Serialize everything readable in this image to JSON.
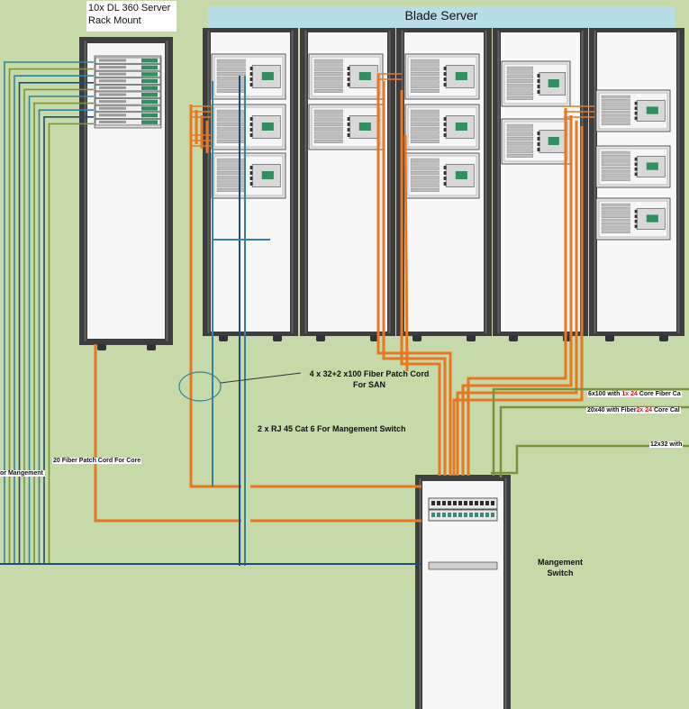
{
  "titles": {
    "rack_mount_line1": "10x DL 360 Server",
    "rack_mount_line2": "Rack Mount",
    "blade_server": "Blade Server"
  },
  "labels": {
    "san_line1": "4 x  32+2 x100 Fiber Patch Cord",
    "san_line2": "For SAN",
    "mgmt_cat6": "2 x RJ 45 Cat 6 For Mangement Switch",
    "fiber_core_20": "20  Fiber Patch Cord For Core",
    "left_mgmt": "or Mangement",
    "mgmt_switch_line1": "Mangement",
    "mgmt_switch_line2": "Switch"
  },
  "right_labels": [
    {
      "pre": "6x100 with ",
      "hl": "1x 24",
      "post": " Core  Fiber Ca"
    },
    {
      "pre": "20x40 with Fiber",
      "hl": "2x 24",
      "post": " Core Cal"
    },
    {
      "pre": "12x32 with",
      "hl": "",
      "post": ""
    }
  ],
  "colors": {
    "background": "#c6d9a8",
    "blade_header": "#b7dde8",
    "rack_frame": "#444444",
    "rack_body": "#f7f7f7",
    "fiber_orange": "#e87722",
    "cable_green": "#77933c",
    "cable_teal": "#31849b",
    "cable_navy": "#1f4e79",
    "highlight_red": "#e0141a"
  }
}
